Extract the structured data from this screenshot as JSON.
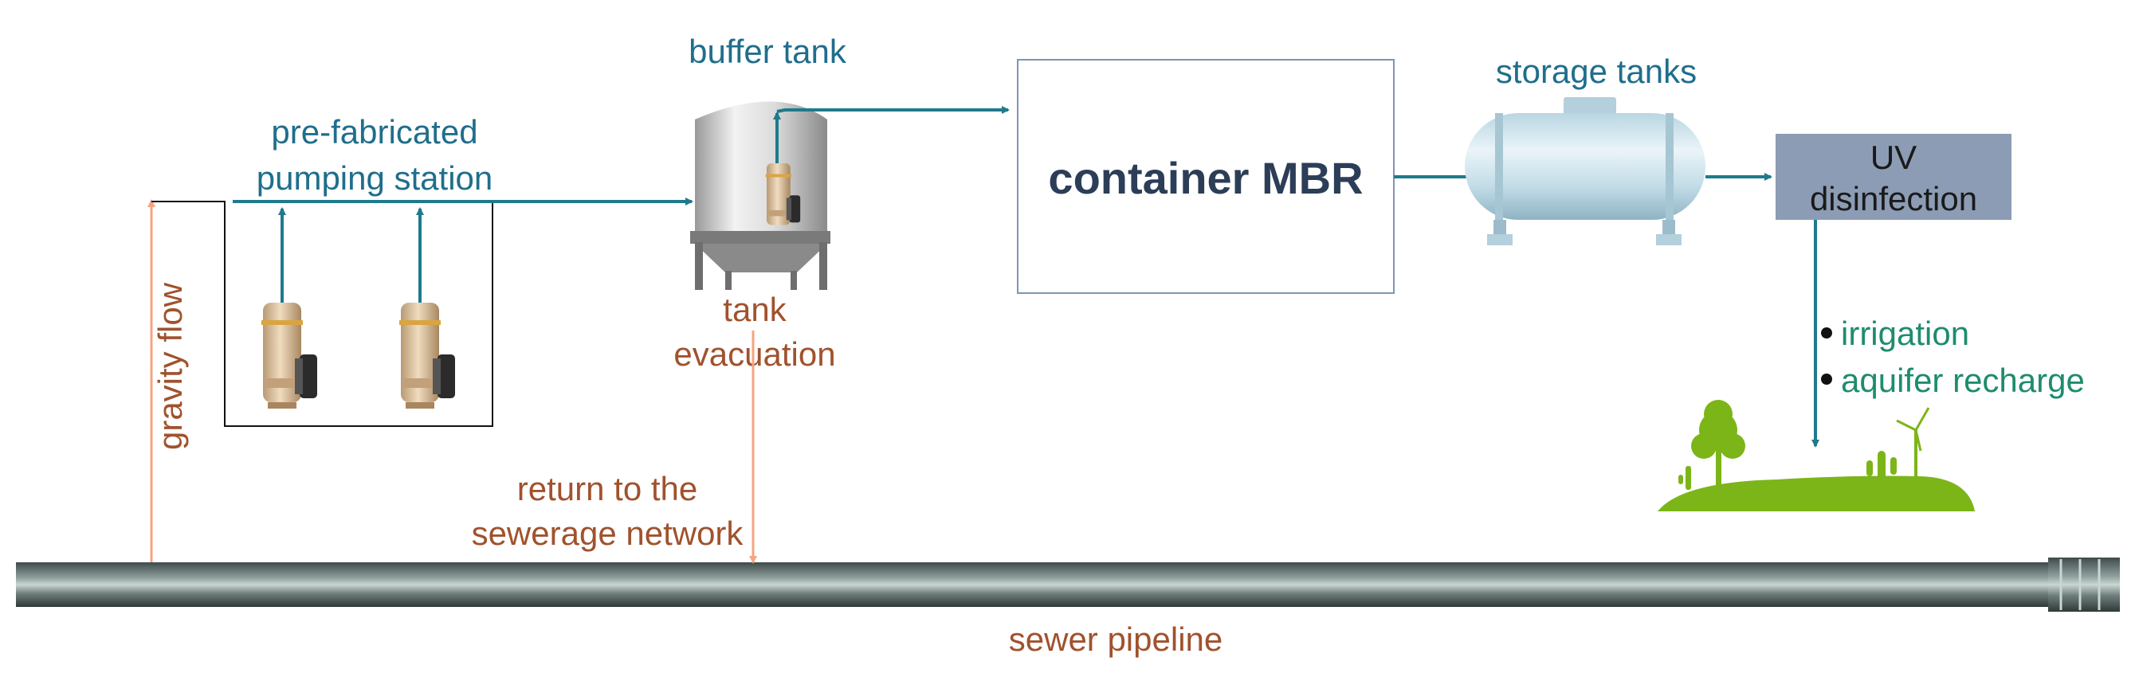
{
  "labels": {
    "pumping_station_line1": "pre-fabricated",
    "pumping_station_line2": "pumping station",
    "buffer_tank": "buffer tank",
    "tank_evacuation_line1": "tank",
    "tank_evacuation_line2": "evacuation",
    "container_mbr": "container MBR",
    "storage_tanks": "storage tanks",
    "uv_line1": "UV",
    "uv_line2": "disinfection",
    "gravity_flow": "gravity flow",
    "return_line1": "return to the",
    "return_line2": "sewerage network",
    "sewer_pipeline": "sewer pipeline",
    "reuse_1": "irrigation",
    "reuse_2": "aquifer recharge"
  },
  "colors": {
    "flow_blue": "#1f7a8c",
    "return_salmon": "#f4a582",
    "label_blue": "#1f6e8c",
    "label_brown": "#a0522d",
    "label_green": "#1e8c6e",
    "uv_box": "#8c9cb4",
    "landscape_green": "#7cb518"
  },
  "icons": [
    "submersible-pump-icon",
    "buffer-tank-icon",
    "storage-tank-icon",
    "landscape-icon",
    "wind-turbine-icon",
    "tree-icon",
    "cactus-icon"
  ]
}
